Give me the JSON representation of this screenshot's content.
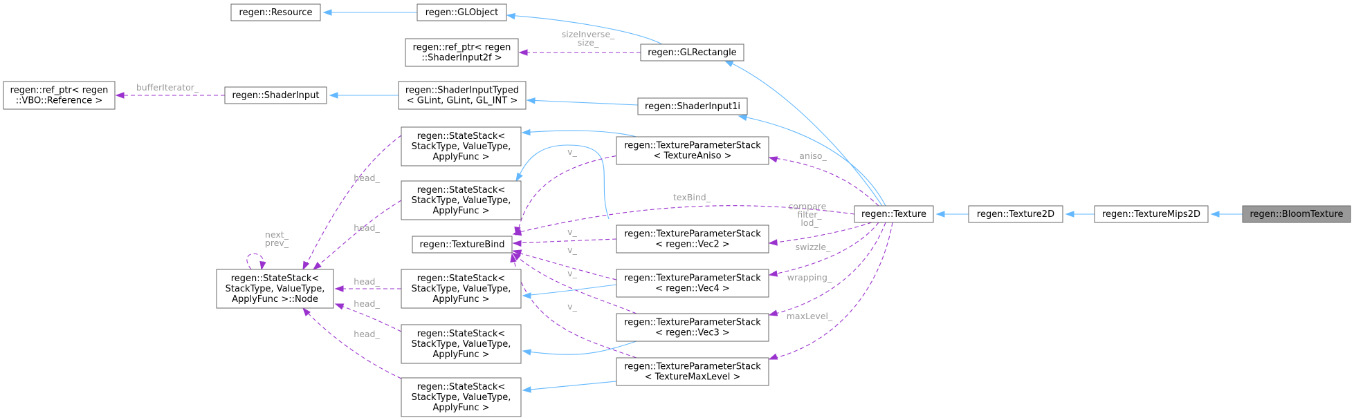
{
  "nodes": [
    {
      "id": "resource",
      "lines": [
        "regen::Resource"
      ]
    },
    {
      "id": "globject",
      "lines": [
        "regen::GLObject"
      ]
    },
    {
      "id": "refptr-shaderinput2f",
      "lines": [
        "regen::ref_ptr< regen",
        "::ShaderInput2f >"
      ]
    },
    {
      "id": "glrectangle",
      "lines": [
        "regen::GLRectangle"
      ]
    },
    {
      "id": "refptr-vboref",
      "lines": [
        "regen::ref_ptr< regen",
        "::VBO::Reference >"
      ]
    },
    {
      "id": "shaderinput",
      "lines": [
        "regen::ShaderInput"
      ]
    },
    {
      "id": "shaderinputtyped",
      "lines": [
        "regen::ShaderInputTyped",
        "< GLint, GLint, GL_INT >"
      ]
    },
    {
      "id": "shaderinput1i",
      "lines": [
        "regen::ShaderInput1i"
      ]
    },
    {
      "id": "statestack-1",
      "lines": [
        "regen::StateStack<",
        "StackType, ValueType,",
        "ApplyFunc >"
      ]
    },
    {
      "id": "statestack-2",
      "lines": [
        "regen::StateStack<",
        "StackType, ValueType,",
        "ApplyFunc >"
      ]
    },
    {
      "id": "texturebind",
      "lines": [
        "regen::TextureBind"
      ]
    },
    {
      "id": "statestack-node",
      "lines": [
        "regen::StateStack<",
        "StackType, ValueType,",
        "ApplyFunc >::Node"
      ]
    },
    {
      "id": "statestack-3",
      "lines": [
        "regen::StateStack<",
        "StackType, ValueType,",
        "ApplyFunc >"
      ]
    },
    {
      "id": "statestack-4",
      "lines": [
        "regen::StateStack<",
        "StackType, ValueType,",
        "ApplyFunc >"
      ]
    },
    {
      "id": "statestack-5",
      "lines": [
        "regen::StateStack<",
        "StackType, ValueType,",
        "ApplyFunc >"
      ]
    },
    {
      "id": "tps-aniso",
      "lines": [
        "regen::TextureParameterStack",
        "< TextureAniso >"
      ]
    },
    {
      "id": "tps-vec2",
      "lines": [
        "regen::TextureParameterStack",
        "< regen::Vec2 >"
      ]
    },
    {
      "id": "tps-vec4",
      "lines": [
        "regen::TextureParameterStack",
        "< regen::Vec4 >"
      ]
    },
    {
      "id": "tps-vec3",
      "lines": [
        "regen::TextureParameterStack",
        "< regen::Vec3 >"
      ]
    },
    {
      "id": "tps-maxlevel",
      "lines": [
        "regen::TextureParameterStack",
        "< TextureMaxLevel >"
      ]
    },
    {
      "id": "texture",
      "lines": [
        "regen::Texture"
      ]
    },
    {
      "id": "texture2d",
      "lines": [
        "regen::Texture2D"
      ]
    },
    {
      "id": "texturemips2d",
      "lines": [
        "regen::TextureMips2D"
      ]
    },
    {
      "id": "bloomtexture",
      "lines": [
        "regen::BloomTexture"
      ],
      "current": true
    }
  ],
  "edge_labels": {
    "sizeinverse": [
      "sizeInverse_",
      "size_"
    ],
    "bufferiterator": [
      "bufferIterator_"
    ],
    "head1": [
      "head_"
    ],
    "head2": [
      "head_"
    ],
    "head3": [
      "head_"
    ],
    "head4": [
      "head_"
    ],
    "head5": [
      "head_"
    ],
    "nextprev": [
      "next_",
      "prev_"
    ],
    "v_aniso": [
      "v_"
    ],
    "v_vec2": [
      "v_"
    ],
    "v_vec4": [
      "v_"
    ],
    "v_vec3": [
      "v_"
    ],
    "v_maxlevel": [
      "v_"
    ],
    "texbind": [
      "texBind_"
    ],
    "aniso": [
      "aniso_"
    ],
    "cfl": [
      "compare_",
      "filter_",
      "lod_"
    ],
    "swizzle": [
      "swizzle_"
    ],
    "wrapping": [
      "wrapping_"
    ],
    "maxlevel": [
      "maxLevel_"
    ]
  },
  "colors": {
    "inheritance_edge": "#63b8ff",
    "usage_edge": "#9a32cd",
    "label": "#9a9a9a",
    "current_node_fill": "#999999"
  }
}
